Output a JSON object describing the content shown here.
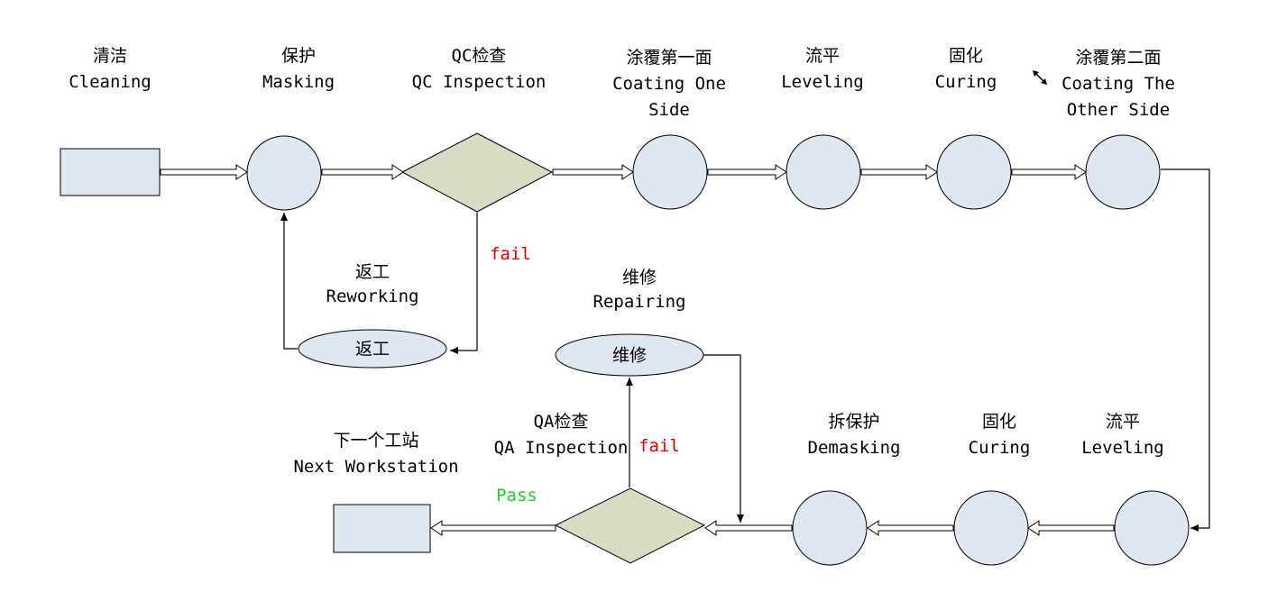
{
  "colors": {
    "node_fill": "#dfe6f4",
    "decision_fill": "#d7dcc4",
    "fail_text": "#e00000",
    "pass_text": "#22cc22",
    "line": "#000000"
  },
  "top_row": {
    "cleaning": {
      "zh": "清洁",
      "en": "Cleaning"
    },
    "masking": {
      "zh": "保护",
      "en": "Masking"
    },
    "qc": {
      "zh": "QC检查",
      "en": "QC Inspection"
    },
    "coating_one": {
      "zh": "涂覆第一面",
      "en1": "Coating One",
      "en2": "Side"
    },
    "leveling": {
      "zh": "流平",
      "en": "Leveling"
    },
    "curing": {
      "zh": "固化",
      "en": "Curing"
    },
    "coating_other": {
      "zh": "涂覆第二面",
      "en1": "Coating The",
      "en2": "Other Side"
    }
  },
  "rework": {
    "zh": "返工",
    "en": "Reworking",
    "node": "返工"
  },
  "repair": {
    "zh": "维修",
    "en": "Repairing",
    "node": "维修"
  },
  "bottom_row": {
    "demasking": {
      "zh": "拆保护",
      "en": "Demasking"
    },
    "curing": {
      "zh": "固化",
      "en": "Curing"
    },
    "leveling": {
      "zh": "流平",
      "en": "Leveling"
    },
    "qa": {
      "zh": "QA检查",
      "en": "QA Inspection"
    },
    "next": {
      "zh": "下一个工站",
      "en": "Next Workstation"
    }
  },
  "branches": {
    "qc_fail": "fail",
    "qa_fail": "fail",
    "qa_pass": "Pass"
  }
}
